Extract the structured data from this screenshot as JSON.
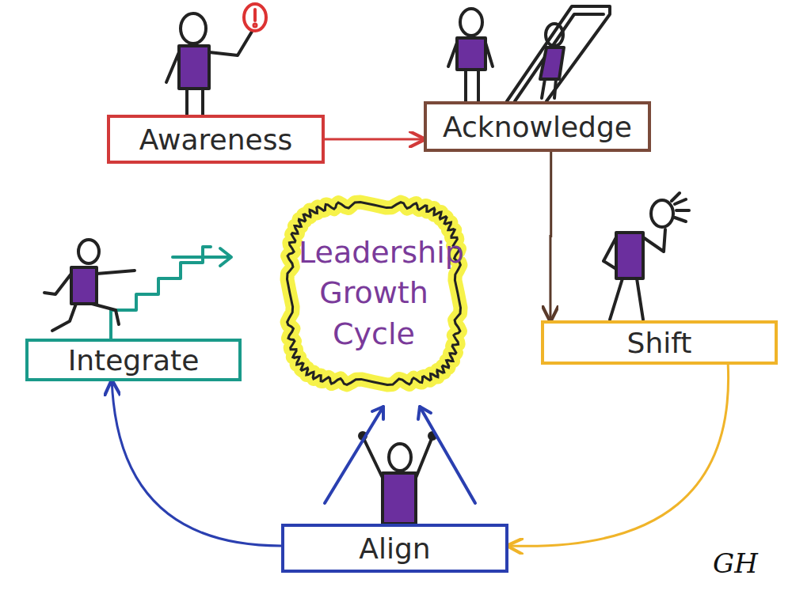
{
  "diagram": {
    "nodes": [
      {
        "text": [
          "Awareness"
        ]
      },
      {
        "text": [
          "Acknowledge"
        ]
      },
      {
        "text": [
          "Integrate"
        ]
      },
      {
        "text": [
          "Leadership Growth Cycle"
        ]
      },
      {
        "text": [
          "Shift"
        ]
      },
      {
        "text": [
          "Align"
        ]
      }
    ],
    "edges": [
      {
        "from": 0,
        "to": 1,
        "arrow": "to"
      },
      {
        "from": 1,
        "to": 4,
        "arrow": "to"
      },
      {
        "from": 4,
        "to": 5,
        "arrow": "to"
      },
      {
        "from": 5,
        "to": 2,
        "arrow": "to"
      }
    ],
    "labels": [
      "GH"
    ]
  }
}
